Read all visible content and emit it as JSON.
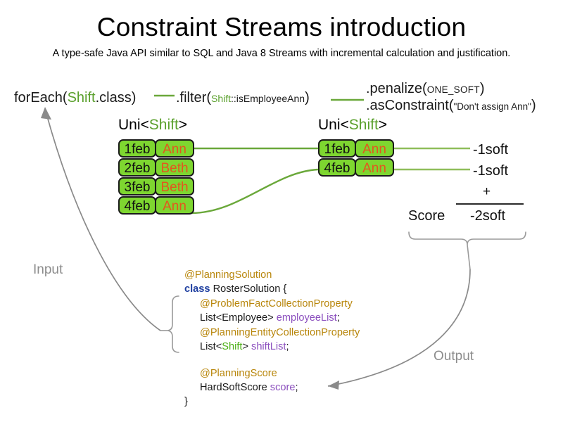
{
  "header": {
    "title": "Constraint Streams introduction",
    "subtitle": "A type-safe Java API similar to SQL and Java 8 Streams with incremental calculation and justification."
  },
  "pipeline": {
    "for_each": {
      "method": "forEach(",
      "type": "Shift",
      "suffix": ".class)"
    },
    "filter": {
      "method": ".filter(",
      "arg_type": "Shift",
      "arg_rest": "::isEmployeeAnn",
      "suffix": ")"
    },
    "penalize": {
      "method": ".penalize(",
      "arg": "ONE_SOFT",
      "suffix": ")"
    },
    "as_constraint": {
      "method": ".asConstraint(",
      "arg": "\"Don't assign Ann\"",
      "suffix": ")"
    }
  },
  "streams": {
    "left": {
      "label_prefix": "Uni<",
      "label_type": "Shift",
      "label_suffix": ">",
      "facts": [
        {
          "date": "1feb",
          "employee": "Ann"
        },
        {
          "date": "2feb",
          "employee": "Beth"
        },
        {
          "date": "3feb",
          "employee": "Beth"
        },
        {
          "date": "4feb",
          "employee": "Ann"
        }
      ]
    },
    "right": {
      "label_prefix": "Uni<",
      "label_type": "Shift",
      "label_suffix": ">",
      "facts": [
        {
          "date": "1feb",
          "employee": "Ann"
        },
        {
          "date": "4feb",
          "employee": "Ann"
        }
      ]
    }
  },
  "penalties": [
    {
      "value": "-1soft"
    },
    {
      "value": "-1soft"
    }
  ],
  "score": {
    "plus": "+",
    "label": "Score",
    "total": "-2soft"
  },
  "captions": {
    "input": "Input",
    "output": "Output"
  },
  "domain_code": {
    "line1_annotation": "@PlanningSolution",
    "line2_keyword": "class",
    "line2_rest": " RosterSolution {",
    "line3_annotation": "@ProblemFactCollectionProperty",
    "line4_type": "List<Employee> ",
    "line4_var": "employeeList",
    "line4_semi": ";",
    "line5_annotation": "@PlanningEntityCollectionProperty",
    "line6_pre": "List<",
    "line6_type": "Shift",
    "line6_post": "> ",
    "line6_var": "shiftList",
    "line6_semi": ";",
    "line7_annotation": "@PlanningScore",
    "line8_type": "HardSoftScore ",
    "line8_var": "score",
    "line8_semi": ";",
    "line9_close": "}"
  },
  "colors": {
    "fact_box_fill": "#7ed630",
    "fact_box_border": "#1a1a1a",
    "employee_text": "#e2571e",
    "stream_line": "#6aa83a",
    "type_green": "#5aa02c",
    "annotation_gold": "#b8860b",
    "keyword_blue": "#1f3fa0",
    "variable_purple": "#8b4fbe",
    "caption_gray": "#8c8c8c",
    "arrow_gray": "#8a8a8a"
  }
}
